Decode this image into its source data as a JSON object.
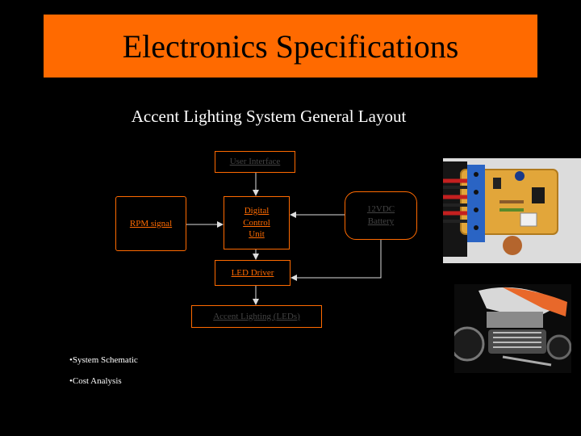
{
  "slide": {
    "title": "Electronics Specifications",
    "subtitle": "Accent Lighting System General Layout"
  },
  "diagram": {
    "user_interface": "User Interface",
    "rpm_signal": "RPM signal",
    "digital_control_unit": [
      "Digital",
      "Control",
      "Unit"
    ],
    "battery": [
      "12VDC",
      "Battery"
    ],
    "led_driver": "LED Driver",
    "accent_lighting": "Accent Lighting (LEDs)"
  },
  "bullets": [
    "•System Schematic",
    "•Cost Analysis"
  ],
  "colors": {
    "accent": "#ff6a00",
    "background": "#000000",
    "text": "#ffffff"
  },
  "images": [
    "circuit-board-photo",
    "motorcycle-engine-photo"
  ]
}
